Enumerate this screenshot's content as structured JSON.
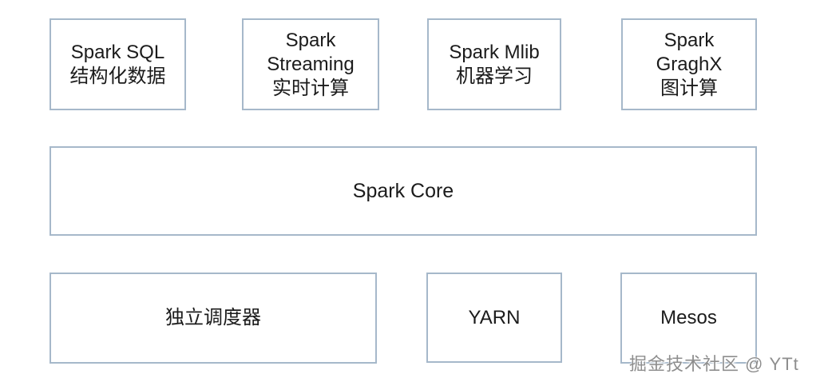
{
  "boxes": [
    {
      "id": "spark-sql",
      "lines": [
        "Spark SQL",
        "结构化数据"
      ]
    },
    {
      "id": "spark-streaming",
      "lines": [
        "Spark",
        "Streaming",
        "实时计算"
      ]
    },
    {
      "id": "spark-mlib",
      "lines": [
        "Spark Mlib",
        "机器学习"
      ]
    },
    {
      "id": "spark-graghx",
      "lines": [
        "Spark",
        "GraghX",
        "图计算"
      ]
    },
    {
      "id": "spark-core",
      "lines": [
        "Spark Core"
      ]
    },
    {
      "id": "standalone-scheduler",
      "lines": [
        "独立调度器"
      ]
    },
    {
      "id": "yarn",
      "lines": [
        "YARN"
      ]
    },
    {
      "id": "mesos",
      "lines": [
        "Mesos"
      ]
    }
  ],
  "watermark": {
    "text": "掘金技术社区 @ YTt"
  },
  "colors": {
    "box_border": "#a6b8ca",
    "text": "#1b1b1b",
    "watermark_text": "#8e8e8e",
    "background": "#ffffff"
  }
}
